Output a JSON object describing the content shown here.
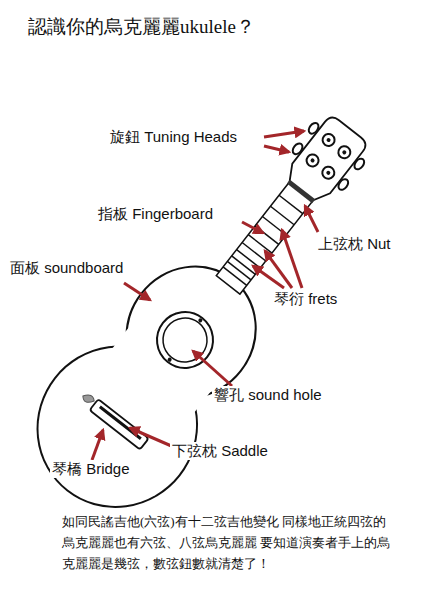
{
  "diagram": {
    "title": "認識你的烏克麗麗ukulele？",
    "caption": "如同民謠吉他(六弦)有十二弦吉他變化 同樣地正統四弦的烏克麗麗也有六弦、八弦烏克麗麗 要知道演奏者手上的烏克麗麗是幾弦，數弦鈕數就清楚了！",
    "labels": [
      "旋鈕 Tuning Heads",
      "指板 Fingerboard",
      "上弦枕 Nut",
      "面板 soundboard",
      "琴衍 frets",
      "響孔 sound hole",
      "下弦枕 Saddle",
      "琴橋 Bridge"
    ]
  }
}
